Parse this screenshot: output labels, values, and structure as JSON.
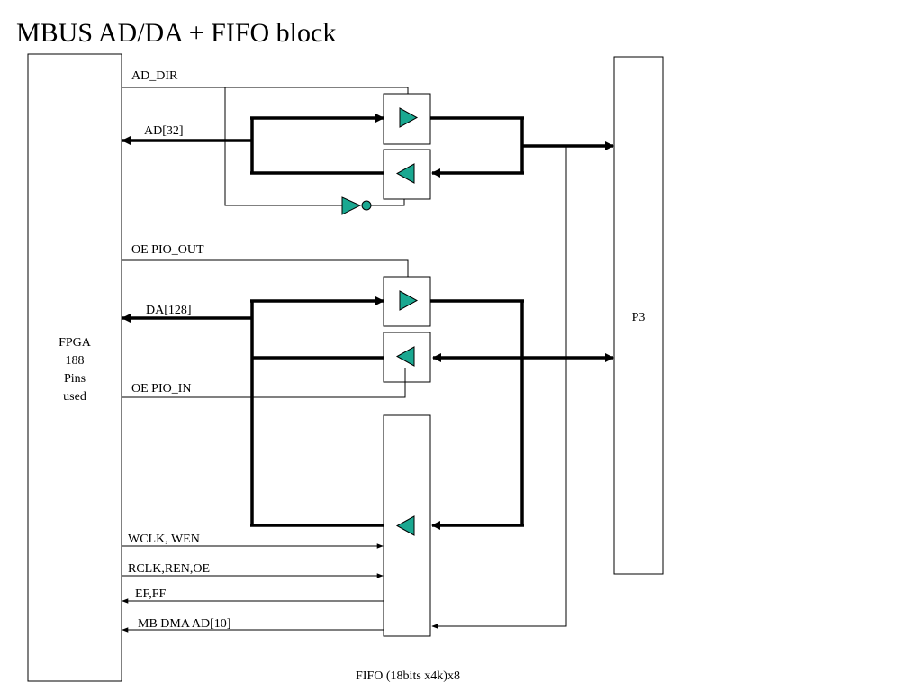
{
  "title": "MBUS AD/DA + FIFO block",
  "colors": {
    "buffer_fill": "#1aa891",
    "line": "#000000",
    "background": "#ffffff"
  },
  "fpga": {
    "label_lines": [
      "FPGA",
      "188",
      "Pins",
      "used"
    ]
  },
  "connector": {
    "label": "P3"
  },
  "signals": {
    "ad_dir": "AD_DIR",
    "ad": "AD[32]",
    "oe_pio_out": "OE PIO_OUT",
    "da": "DA[128]",
    "oe_pio_in": "OE PIO_IN",
    "wclk_wen": "WCLK, WEN",
    "rclk_ren_oe": "RCLK,REN,OE",
    "ef_ff": "EF,FF",
    "mb_dma_ad": "MB DMA AD[10]"
  },
  "fifo": {
    "caption": "FIFO (18bits x4k)x8"
  }
}
